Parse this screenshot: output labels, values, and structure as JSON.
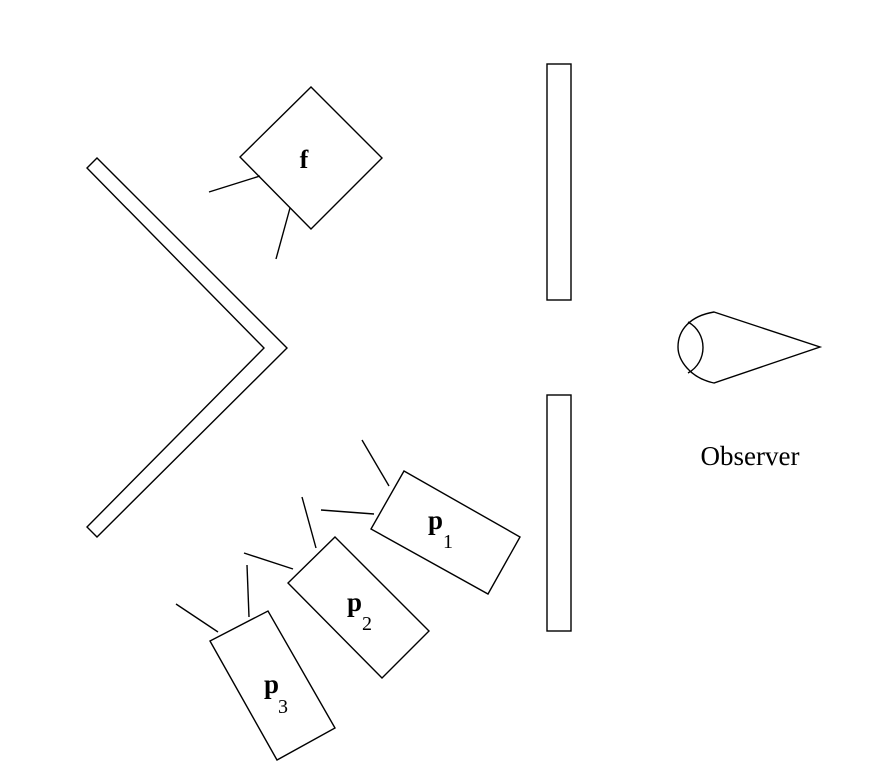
{
  "diagram": {
    "box_f": {
      "label": "f"
    },
    "box_p1": {
      "letter": "p",
      "index": "1"
    },
    "box_p2": {
      "letter": "p",
      "index": "2"
    },
    "box_p3": {
      "letter": "p",
      "index": "3"
    },
    "observer": {
      "label": "Observer"
    }
  }
}
